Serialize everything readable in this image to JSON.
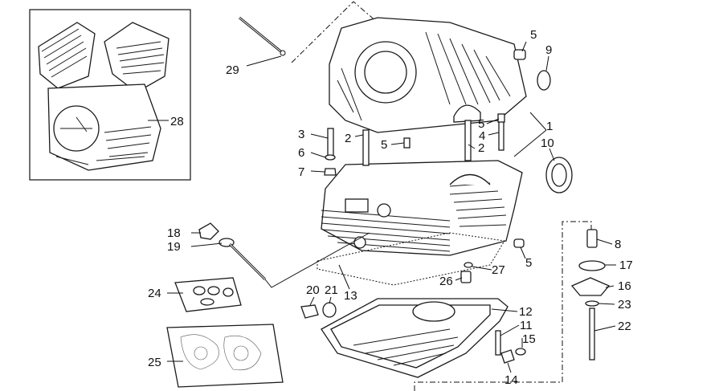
{
  "labels": {
    "c1": "1",
    "c2a": "2",
    "c2b": "2",
    "c3": "3",
    "c4": "4",
    "c5a": "5",
    "c5b": "5",
    "c5c": "5",
    "c5d": "5",
    "c6": "6",
    "c7": "7",
    "c8": "8",
    "c9": "9",
    "c10": "10",
    "c11": "11",
    "c12": "12",
    "c13": "13",
    "c14": "14",
    "c15": "15",
    "c16": "16",
    "c17": "17",
    "c18": "18",
    "c19": "19",
    "c20": "20",
    "c21": "21",
    "c22": "22",
    "c23": "23",
    "c24": "24",
    "c25": "25",
    "c26": "26",
    "c27": "27",
    "c28": "28",
    "c29": "29"
  }
}
